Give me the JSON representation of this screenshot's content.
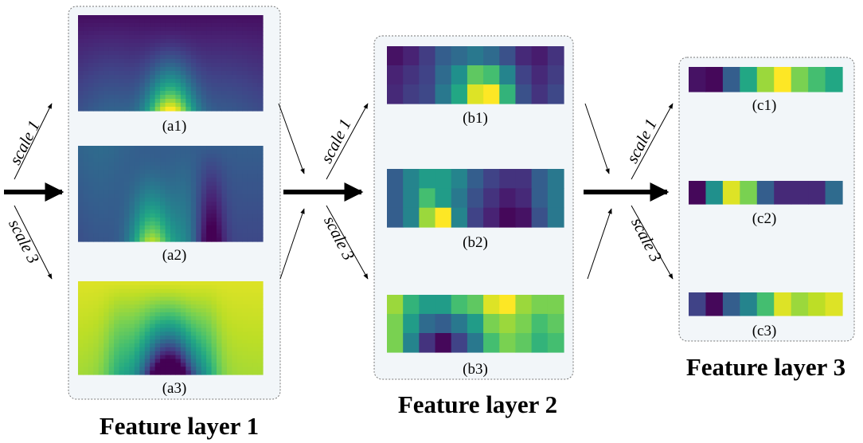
{
  "panels": [
    {
      "id": "layer1",
      "title": "Feature layer 1",
      "maps": [
        {
          "id": "a1",
          "caption": "(a1)"
        },
        {
          "id": "a2",
          "caption": "(a2)"
        },
        {
          "id": "a3",
          "caption": "(a3)"
        }
      ]
    },
    {
      "id": "layer2",
      "title": "Feature layer 2",
      "maps": [
        {
          "id": "b1",
          "caption": "(b1)",
          "cells": [
            [
              0.05,
              0.1,
              0.18,
              0.3,
              0.35,
              0.4,
              0.35,
              0.25,
              0.12,
              0.08,
              0.15
            ],
            [
              0.1,
              0.15,
              0.2,
              0.35,
              0.5,
              0.75,
              0.7,
              0.45,
              0.2,
              0.12,
              0.18
            ],
            [
              0.12,
              0.18,
              0.22,
              0.4,
              0.6,
              0.95,
              1.0,
              0.65,
              0.25,
              0.15,
              0.22
            ]
          ]
        },
        {
          "id": "b2",
          "caption": "(b2)",
          "cells": [
            [
              0.3,
              0.45,
              0.55,
              0.55,
              0.45,
              0.3,
              0.2,
              0.15,
              0.15,
              0.3,
              0.4
            ],
            [
              0.3,
              0.45,
              0.7,
              0.55,
              0.4,
              0.25,
              0.15,
              0.08,
              0.12,
              0.3,
              0.4
            ],
            [
              0.3,
              0.45,
              0.85,
              1.0,
              0.45,
              0.2,
              0.1,
              0.02,
              0.05,
              0.25,
              0.4
            ]
          ]
        },
        {
          "id": "b3",
          "caption": "(b3)",
          "cells": [
            [
              0.85,
              0.65,
              0.55,
              0.55,
              0.7,
              0.75,
              0.95,
              1.0,
              0.85,
              0.8,
              0.8
            ],
            [
              0.8,
              0.55,
              0.35,
              0.3,
              0.4,
              0.55,
              0.8,
              0.85,
              0.8,
              0.7,
              0.75
            ],
            [
              0.8,
              0.45,
              0.15,
              0.02,
              0.2,
              0.4,
              0.7,
              0.8,
              0.75,
              0.65,
              0.7
            ]
          ]
        }
      ]
    },
    {
      "id": "layer3",
      "title": "Feature layer 3",
      "maps": [
        {
          "id": "c1",
          "caption": "(c1)",
          "cells": [
            [
              0.05,
              0.02,
              0.3,
              0.6,
              0.85,
              1.0,
              0.8,
              0.7,
              0.6
            ]
          ]
        },
        {
          "id": "c2",
          "caption": "(c2)",
          "cells": [
            [
              0.02,
              0.5,
              0.95,
              0.8,
              0.3,
              0.12,
              0.12,
              0.12,
              0.35
            ]
          ]
        },
        {
          "id": "c3",
          "caption": "(c3)",
          "cells": [
            [
              0.2,
              0.02,
              0.3,
              0.45,
              0.7,
              0.95,
              0.85,
              0.9,
              0.95
            ]
          ]
        }
      ]
    }
  ],
  "scale_labels": {
    "up": "scale 1",
    "down": "scale 3"
  },
  "colors": {
    "panel_fill": "#f2f6f9",
    "panel_border": "#777777",
    "arrow": "#000000",
    "colormap": "viridis"
  }
}
